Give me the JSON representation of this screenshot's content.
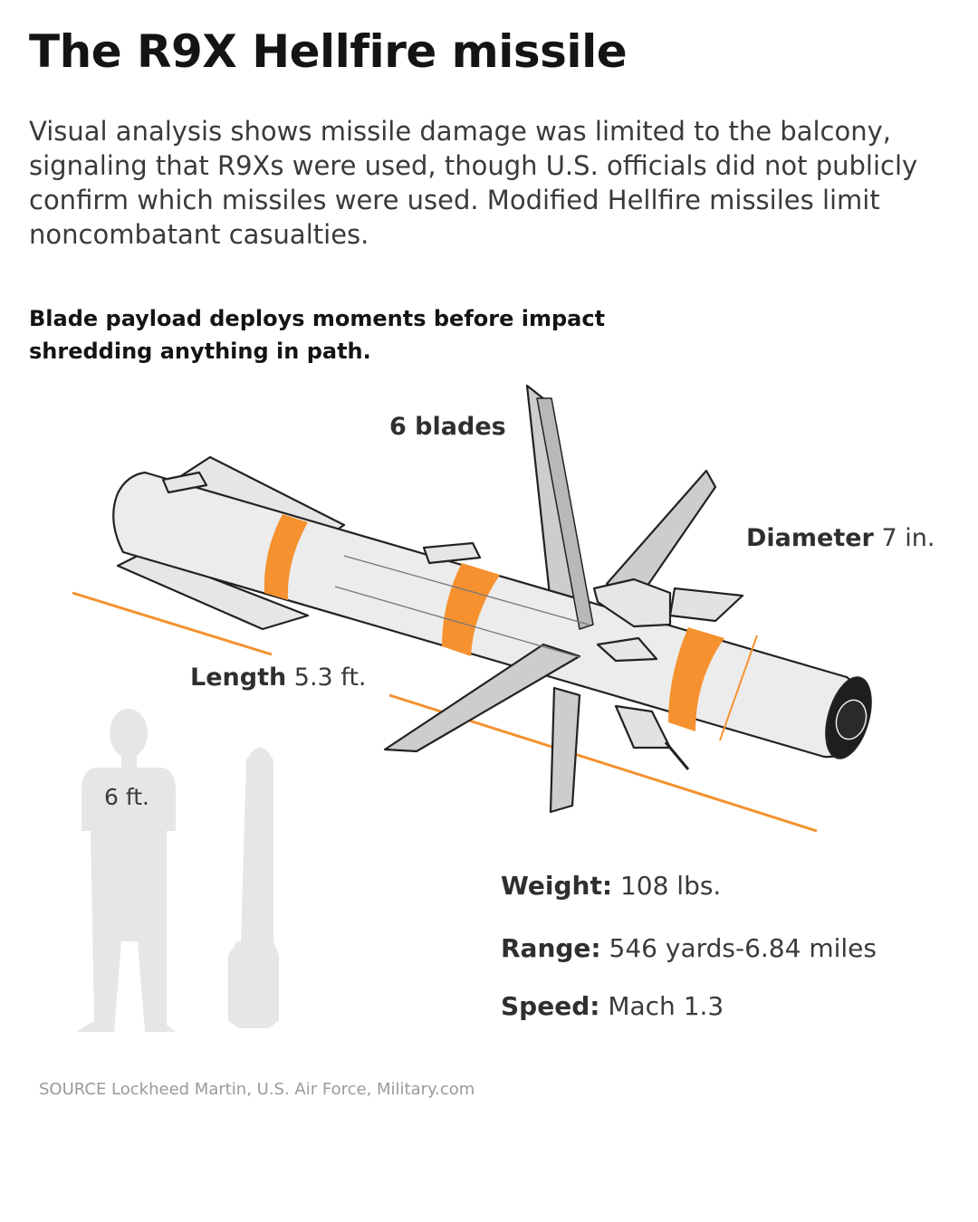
{
  "header": {
    "title": "The R9X Hellfire missile",
    "intro": "Visual analysis shows missile damage was limited to the balcony, signaling that R9Xs were used, though U.S. officials did not publicly confirm which missiles were used. Modified Hellfire missiles limit noncombatant casualties.",
    "subhead": "Blade payload deploys moments before impact shredding anything in path."
  },
  "labels": {
    "blades": "6 blades",
    "diameter_key": "Diameter",
    "diameter_value": " 7 in.",
    "length_key": "Length",
    "length_value": " 5.3 ft.",
    "person_height": "6 ft."
  },
  "stats": [
    {
      "key": "Weight:",
      "value": " 108 lbs."
    },
    {
      "key": "Range:",
      "value": " 546 yards-6.84 miles"
    },
    {
      "key": "Speed:",
      "value": " Mach 1.3"
    }
  ],
  "footer": {
    "source": "SOURCE Lockheed Martin, U.S. Air Force, Military.com"
  },
  "colors": {
    "accent_orange": "#f5922f",
    "missile_body": "#ececec",
    "fin_gray": "#cdcdcd",
    "silhouette": "#e6e6e8",
    "outline": "#222222"
  }
}
